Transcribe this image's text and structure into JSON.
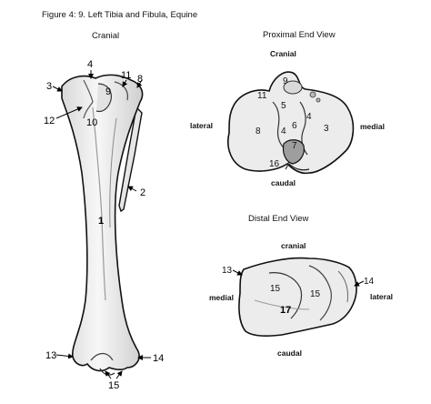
{
  "figure": {
    "title": "Figure 4: 9. Left Tibia and Fibula, Equine"
  },
  "panels": {
    "cranial": {
      "title": "Cranial",
      "labels": [
        "3",
        "4",
        "11",
        "8",
        "9",
        "12",
        "10",
        "2",
        "1",
        "13",
        "14",
        "15"
      ]
    },
    "proximal": {
      "title": "Proximal End View",
      "orientation": {
        "top": "Cranial",
        "left": "lateral",
        "right": "medial",
        "bottom": "caudal"
      },
      "labels": [
        "9",
        "11",
        "5",
        "4",
        "6",
        "8",
        "4",
        "3",
        "7",
        "16"
      ]
    },
    "distal": {
      "title": "Distal End View",
      "orientation": {
        "top": "cranial",
        "left": "medial",
        "right": "lateral",
        "bottom": "caudal"
      },
      "labels": [
        "13",
        "14",
        "15",
        "15",
        "17"
      ]
    }
  },
  "colors": {
    "bone_fill": "#f1f1f1",
    "bone_shade": "#bdbdbd",
    "outline": "#111111"
  }
}
